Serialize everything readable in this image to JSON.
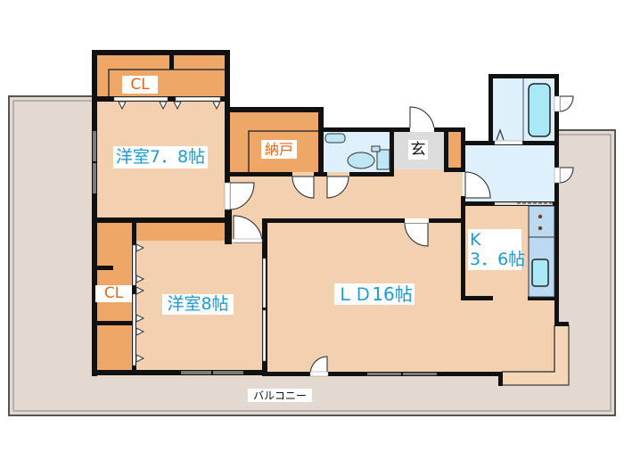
{
  "plan": {
    "closet_top": {
      "label": "CL"
    },
    "western_room_1": {
      "label": "洋室7．8帖"
    },
    "storage": {
      "label": "納戸"
    },
    "toilet": {
      "fixtures": [
        "toilet-bowl",
        "hand-sink"
      ]
    },
    "entrance": {
      "label": "玄"
    },
    "bathroom": {
      "fixtures": [
        "bathtub"
      ]
    },
    "washroom": {
      "fixtures": []
    },
    "kitchen": {
      "label_line1": "K",
      "label_line2": "3．6帖",
      "fixtures": [
        "stove",
        "sink"
      ]
    },
    "living_dining": {
      "label": "ＬＤ16帖"
    },
    "closet_left": {
      "label": "CL"
    },
    "western_room_2": {
      "label": "洋室8帖"
    },
    "balcony": {
      "label": "バルコニー"
    }
  },
  "colors": {
    "room": "#f3d1b0",
    "closet": "#efa767",
    "wet_area": "#def0fb",
    "entrance": "#dcdcdc",
    "balcony": "#e3d9d0",
    "wall": "#111111",
    "label_blue": "#1b9ad6",
    "label_orange": "#e0671a"
  }
}
